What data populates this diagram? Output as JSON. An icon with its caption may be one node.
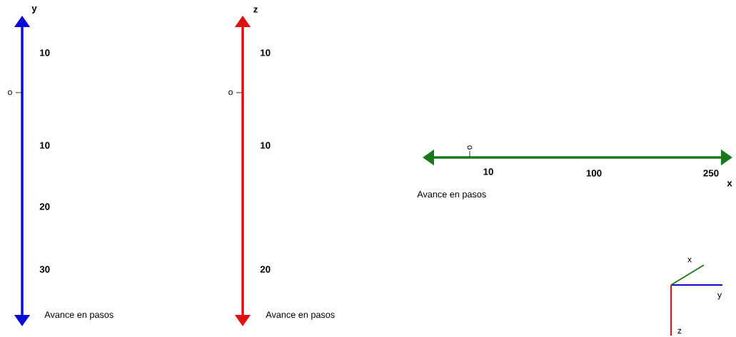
{
  "diagram": {
    "labels": [
      "y",
      "10",
      "o",
      "10",
      "20",
      "30",
      "Avance en pasos",
      "z",
      "10",
      "o",
      "10",
      "20",
      "Avance en pasos",
      "o",
      "10",
      "100",
      "250",
      "x",
      "Avance en pasos",
      "x",
      "y",
      "z"
    ]
  }
}
